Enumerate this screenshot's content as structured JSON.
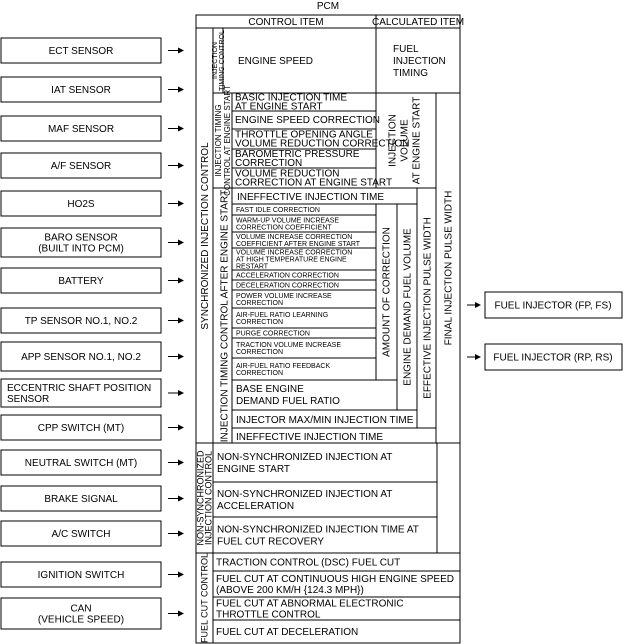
{
  "title": "PCM",
  "headers": {
    "control_item": "CONTROL ITEM",
    "calculated_item": "CALCULATED ITEM"
  },
  "inputs": [
    [
      "ECT SENSOR"
    ],
    [
      "IAT SENSOR"
    ],
    [
      "MAF SENSOR"
    ],
    [
      "A/F SENSOR"
    ],
    [
      "HO2S"
    ],
    [
      "BARO SENSOR",
      "(BUILT INTO PCM)"
    ],
    [
      "BATTERY"
    ],
    [
      "TP SENSOR NO.1, NO.2"
    ],
    [
      "APP SENSOR NO.1, NO.2"
    ],
    [
      "ECCENTRIC SHAFT POSITION",
      "SENSOR"
    ],
    [
      "CPP SWITCH (MT)"
    ],
    [
      "NEUTRAL SWITCH (MT)"
    ],
    [
      "BRAKE SIGNAL"
    ],
    [
      "A/C SWITCH"
    ],
    [
      "IGNITION SWITCH"
    ],
    [
      "CAN",
      "(VEHICLE SPEED)"
    ]
  ],
  "outputs": [
    "FUEL INJECTOR (FP, FS)",
    "FUEL INJECTOR (RP, RS)"
  ],
  "groups": {
    "synchronized": "SYNCHRONIZED INJECTION CONTROL",
    "injection_timing_control": [
      "INJECTION",
      "TIMING CONTROL"
    ],
    "timing_at_engine_start": [
      "INJECTION TIMING",
      "CONTROL AT ENGINE START"
    ],
    "timing_after_engine_start": "INJECTION TIMING CONTROL AFTER ENGINE START",
    "non_synchronized": [
      "NON-SYNCHRONIZED",
      "INJECTION CONTROL"
    ],
    "fuel_cut_control": "FUEL CUT CONTROL"
  },
  "items": {
    "engine_speed": "ENGINE SPEED",
    "fuel_injection_timing": [
      "FUEL",
      "INJECTION",
      "TIMING"
    ],
    "start_items": [
      [
        "BASIC INJECTION TIME",
        "AT ENGINE START"
      ],
      [
        "ENGINE SPEED CORRECTION"
      ],
      [
        "THROTTLE OPENING ANGLE",
        "VOLUME REDUCTION CORRECTION"
      ],
      [
        "BAROMETRIC PRESSURE",
        "CORRECTION"
      ],
      [
        "VOLUME REDUCTION",
        "CORRECTION AT ENGINE START"
      ]
    ],
    "injection_volume_at_start": [
      "INJECTION",
      "VOLUME",
      "AT ENGINE START"
    ],
    "ineffective_injection_time": "INEFFECTIVE INJECTION TIME",
    "after_start_items": [
      [
        "FAST IDLE CORRECTION"
      ],
      [
        "WARM-UP VOLUME INCREASE",
        "CORRECTION COEFFICIENT"
      ],
      [
        "VOLUME INCREASE CORRECTION",
        "COEFFICIENT AFTER ENGINE START"
      ],
      [
        "VOLUME INCREASE CORRECTION",
        "AT HIGH TEMPERATURE ENGINE",
        "RESTART"
      ],
      [
        "ACCELERATION CORRECTION"
      ],
      [
        "DECELERATION CORRECTION"
      ],
      [
        "POWER VOLUME INCREASE",
        "CORRECTION"
      ],
      [
        "AIR-FUEL RATIO LEARNING",
        "CORRECTION"
      ],
      [
        "PURGE CORRECTION"
      ],
      [
        "TRACTION VOLUME INCREASE",
        "CORRECTION"
      ],
      [
        "AIR-FUEL RATIO FEEDBACK",
        "CORRECTION"
      ]
    ],
    "amount_of_correction": "AMOUNT OF CORRECTION",
    "engine_demand_fuel_volume": "ENGINE DEMAND FUEL VOLUME",
    "effective_injection_pulse_width": "EFFECTIVE INJECTION PULSE WIDTH",
    "final_injection_pulse_width": "FINAL INJECTION PULSE WIDTH",
    "base_engine_demand": [
      "BASE ENGINE",
      "DEMAND FUEL RATIO"
    ],
    "injector_max_min": "INJECTOR MAX/MIN INJECTION TIME",
    "ineffective_injection_time_2": "INEFFECTIVE INJECTION TIME",
    "non_sync_items": [
      [
        "NON-SYNCHRONIZED INJECTION AT",
        "ENGINE START"
      ],
      [
        "NON-SYNCHRONIZED INJECTION AT",
        "ACCELERATION"
      ],
      [
        "NON-SYNCHRONIZED INJECTION TIME AT",
        "FUEL CUT RECOVERY"
      ]
    ],
    "fuel_cut_items": [
      [
        "TRACTION CONTROL (DSC) FUEL CUT"
      ],
      [
        "FUEL CUT AT CONTINUOUS HIGH ENGINE SPEED",
        "(ABOVE 200 KM/H {124.3 MPH})"
      ],
      [
        "FUEL CUT AT ABNORMAL ELECTRONIC",
        "THROTTLE CONTROL"
      ],
      [
        "FUEL CUT AT DECELERATION"
      ]
    ]
  }
}
